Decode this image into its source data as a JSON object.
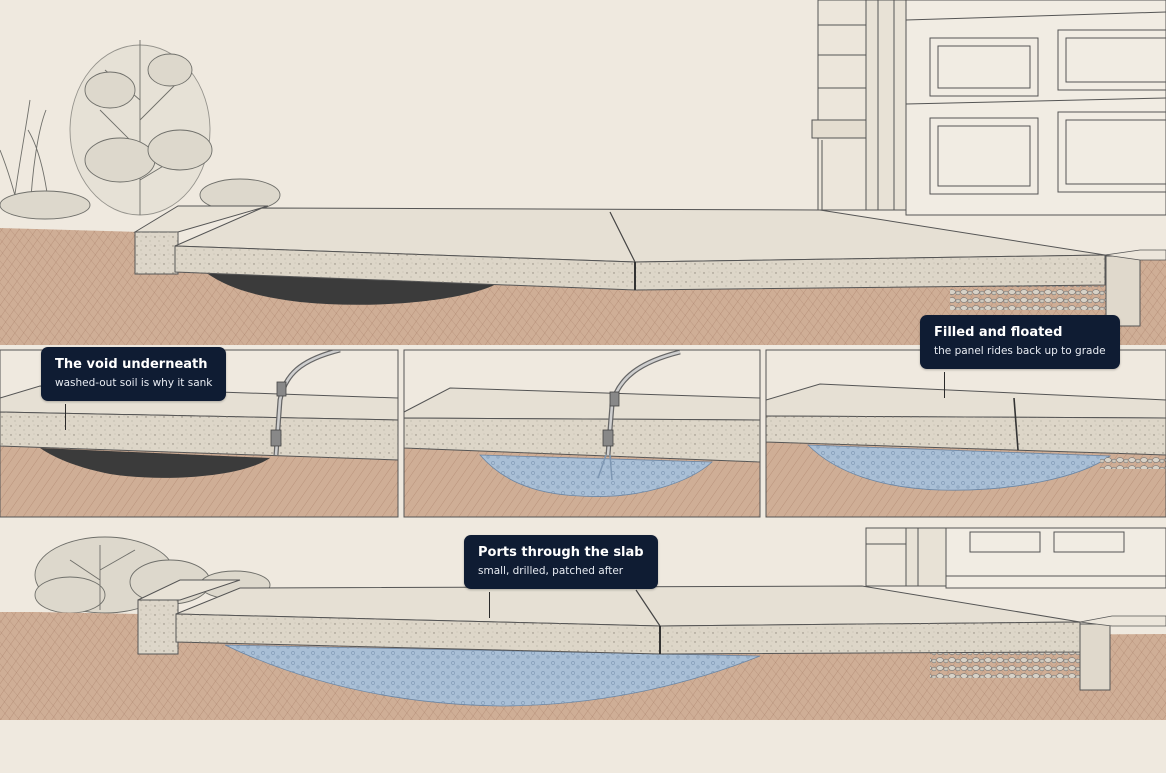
{
  "callouts": {
    "void": {
      "title": "The void underneath",
      "subtitle": "washed-out soil is why it sank"
    },
    "filled": {
      "title": "Filled and floated",
      "subtitle": "the panel rides back up to grade"
    },
    "ports": {
      "title": "Ports through the slab",
      "subtitle": "small, drilled, patched after"
    }
  },
  "colors": {
    "paper": "#efe9df",
    "soil": "#c9a48a",
    "concrete": "#e2dcd0",
    "void": "#3a3a3a",
    "fill_foam": "#a9bfd6",
    "callout_bg": "#0f1c33",
    "callout_text": "#ffffff"
  }
}
